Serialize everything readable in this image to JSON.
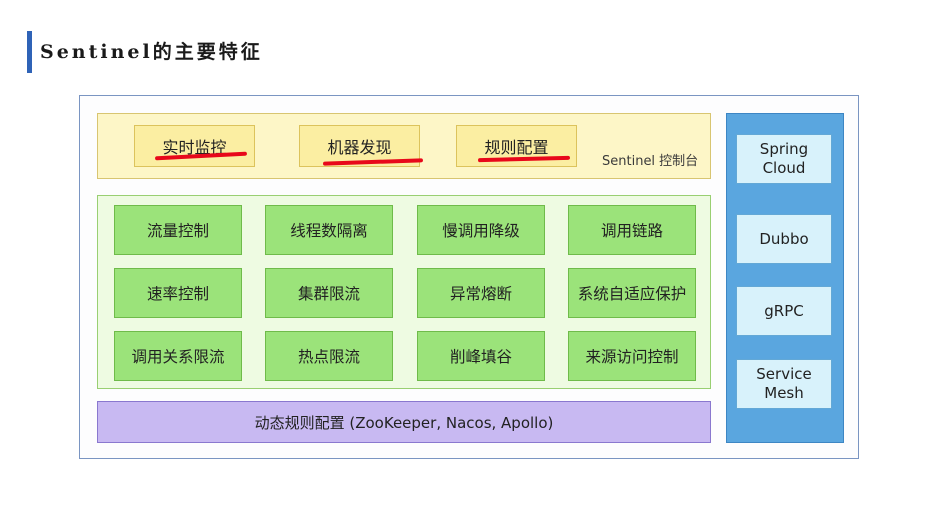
{
  "title": "Sentinel的主要特征",
  "console": {
    "label": "Sentinel 控制台",
    "items": [
      "实时监控",
      "机器发现",
      "规则配置"
    ]
  },
  "features": [
    [
      "流量控制",
      "线程数隔离",
      "慢调用降级",
      "调用链路"
    ],
    [
      "速率控制",
      "集群限流",
      "异常熔断",
      "系统自适应保护"
    ],
    [
      "调用关系限流",
      "热点限流",
      "削峰填谷",
      "来源访问控制"
    ]
  ],
  "dynamic_config": "动态规则配置 (ZooKeeper, Nacos, Apollo)",
  "adapters": [
    "Spring\nCloud",
    "Dubbo",
    "gRPC",
    "Service\nMesh"
  ],
  "colors": {
    "title_accent": "#2f63b7",
    "console_bg": "#fdf6c7",
    "console_item": "#fbeea2",
    "underline": "#e8081a",
    "feature_bg": "#eefbe2",
    "feature_item": "#9be37a",
    "dynamic_bg": "#c8b9f2",
    "adapter_panel": "#5aa6df",
    "adapter_item": "#d8f2fb"
  }
}
